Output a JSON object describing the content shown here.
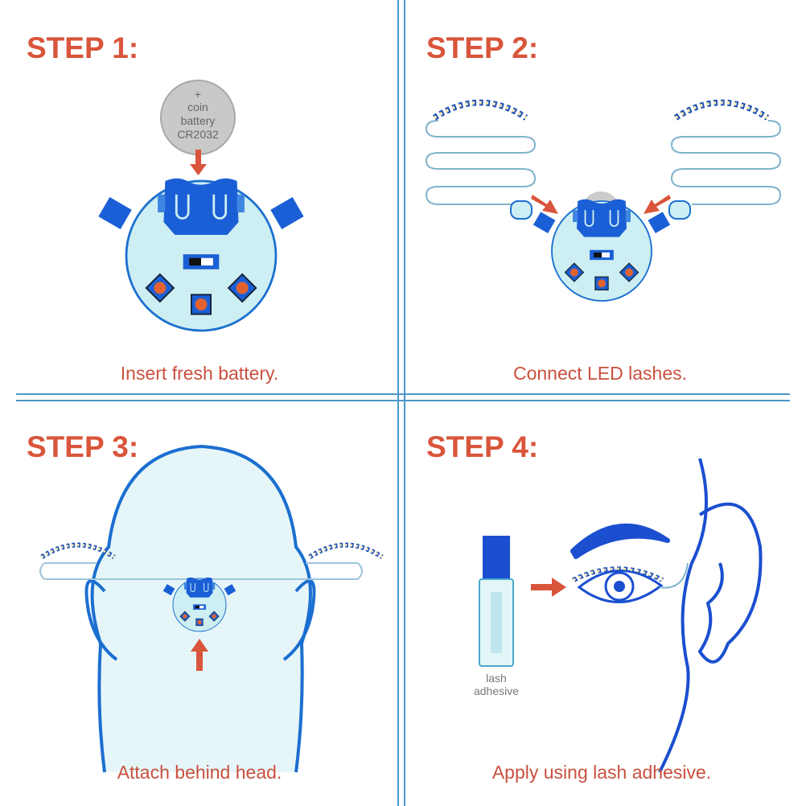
{
  "steps": [
    {
      "title": "STEP 1:",
      "caption": "Insert fresh battery."
    },
    {
      "title": "STEP 2:",
      "caption": "Connect LED lashes."
    },
    {
      "title": "STEP 3:",
      "caption": "Attach behind head."
    },
    {
      "title": "STEP 4:",
      "caption": "Apply using lash adhesive."
    }
  ],
  "battery": {
    "plus": "+",
    "line1": "coin",
    "line2": "battery",
    "line3": "CR2032"
  },
  "bottle": {
    "line1": "lash",
    "line2": "adhesive"
  },
  "colors": {
    "accent": "#d9553b",
    "blue": "#1b5fd6",
    "light": "#cdeef2",
    "divider": "#4a97c8"
  }
}
